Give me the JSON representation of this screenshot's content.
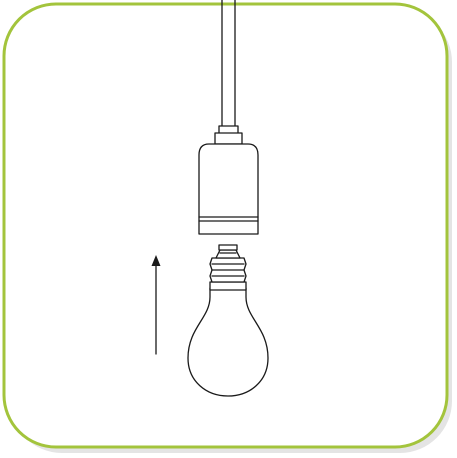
{
  "illustration": {
    "type": "instruction-pictogram",
    "subject": "light-bulb-installation",
    "motion": "upward",
    "colors": {
      "frame_stroke": "#a3c43c",
      "frame_shadow": "#e4e4e4",
      "frame_fill": "#ffffff",
      "line": "#1a1a1a",
      "fill": "#ffffff"
    }
  }
}
